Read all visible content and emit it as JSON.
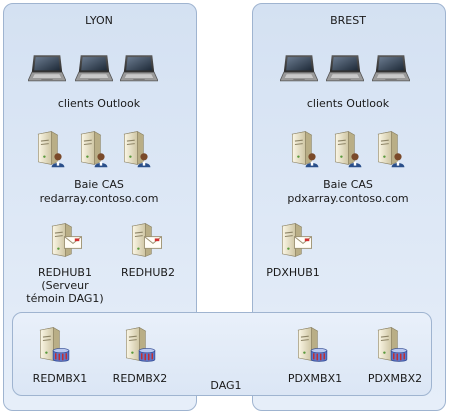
{
  "sites": {
    "lyon": {
      "title": "LYON",
      "clients_label": "clients Outlook",
      "cas_label_1": "Baie CAS",
      "cas_label_2": "redarray.contoso.com",
      "hub1_line1": "REDHUB1",
      "hub1_line2": "(Serveur",
      "hub1_line3": "témoin DAG1)",
      "hub2": "REDHUB2"
    },
    "brest": {
      "title": "BREST",
      "clients_label": "clients Outlook",
      "cas_label_1": "Baie CAS",
      "cas_label_2": "pdxarray.contoso.com",
      "hub1": "PDXHUB1"
    }
  },
  "dag": {
    "label": "DAG1",
    "mailbox_servers": [
      "REDMBX1",
      "REDMBX2",
      "PDXMBX1",
      "PDXMBX2"
    ]
  },
  "icons": {
    "laptop": "laptop-icon",
    "cas": "cas-server-icon",
    "hub": "hub-server-icon",
    "mailbox": "mailbox-server-icon"
  }
}
